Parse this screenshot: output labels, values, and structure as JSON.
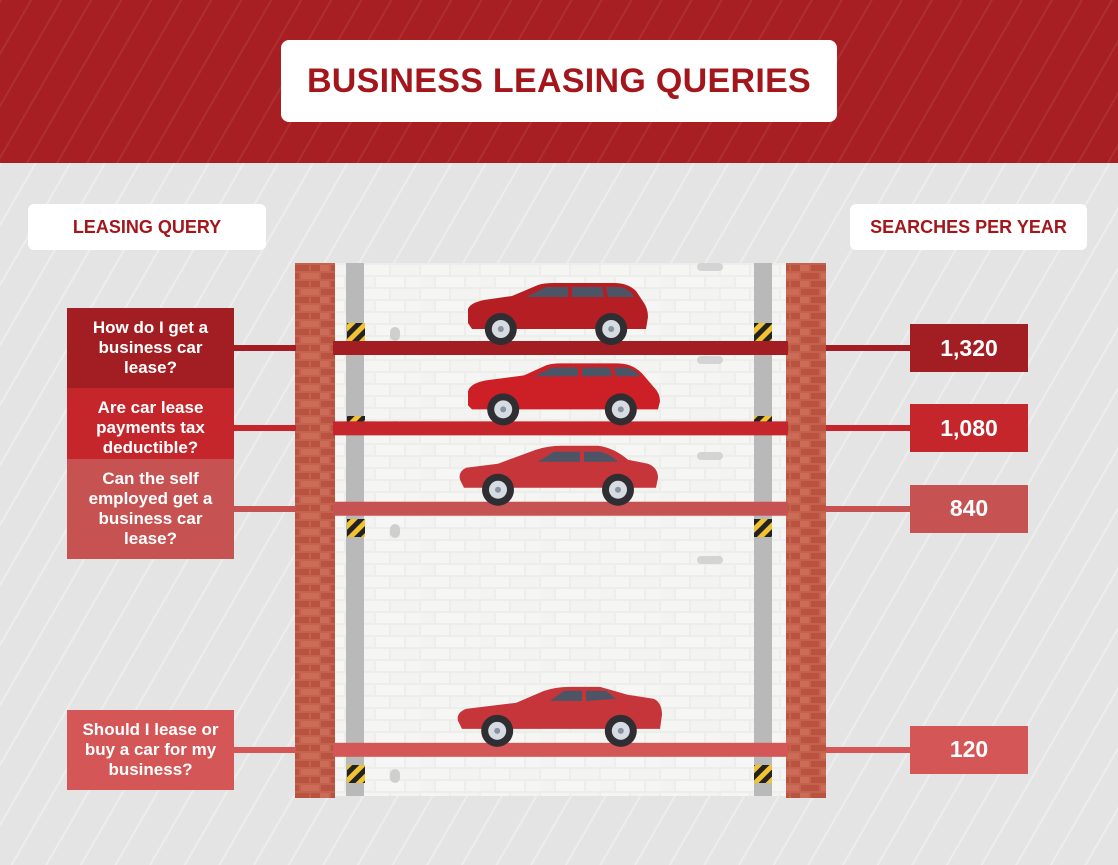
{
  "title": "BUSINESS LEASING QUERIES",
  "column_labels": {
    "left": "LEASING QUERY",
    "right": "SEARCHES PER YEAR"
  },
  "colors": {
    "header": "#a71f22",
    "title_text": "#a3161b",
    "level_1": "#a31e22",
    "level_2": "#c4262b",
    "level_3": "#c65252",
    "level_4": "#d55656"
  },
  "chart_data": {
    "type": "bar",
    "categories": [
      "How do I get a business car lease?",
      "Are car lease payments tax deductible?",
      "Can the self employed get a business car lease?",
      "Should I lease or buy a car for my business?"
    ],
    "values": [
      1320,
      1080,
      840,
      120
    ],
    "value_labels": [
      "1,320",
      "1,080",
      "840",
      "120"
    ],
    "xlabel": "LEASING QUERY",
    "ylabel": "SEARCHES PER YEAR",
    "ylim": [
      0,
      1320
    ],
    "grid": false
  }
}
